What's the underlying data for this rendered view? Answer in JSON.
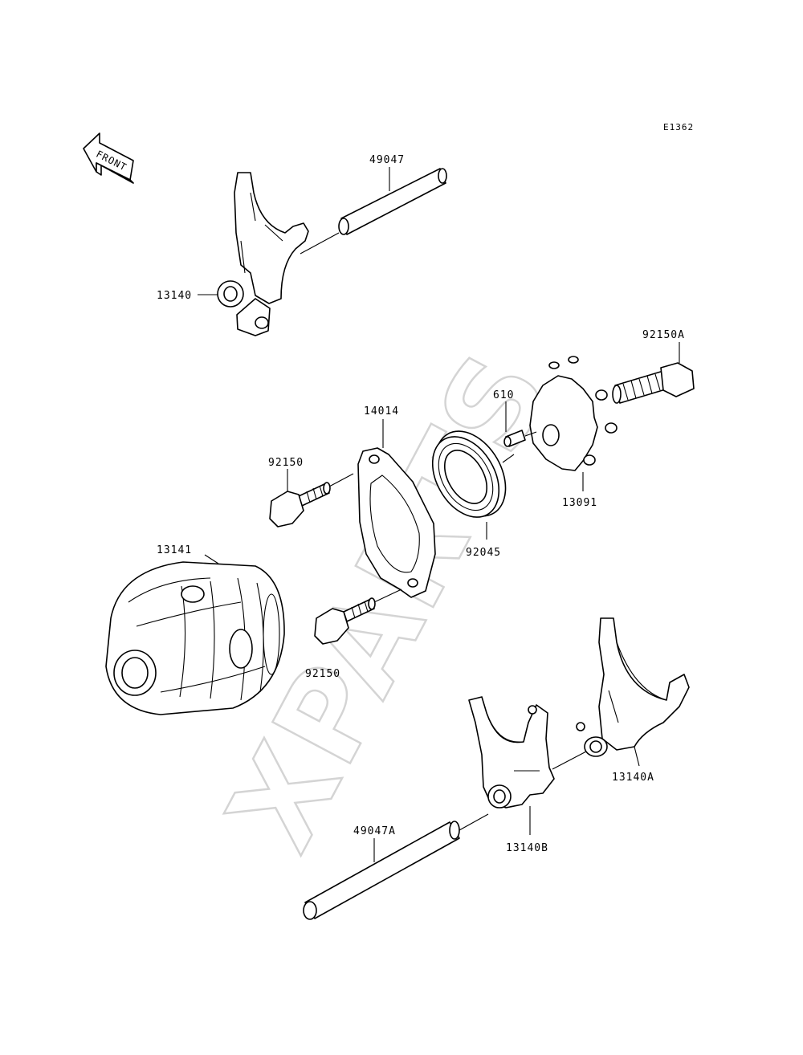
{
  "diagram_code": "E1362",
  "front_indicator": "FRONT",
  "watermark": "XPARTS",
  "parts": {
    "p49047": "49047",
    "p13140": "13140",
    "p92150A": "92150A",
    "p610": "610",
    "p14014": "14014",
    "p92150_top": "92150",
    "p13091": "13091",
    "p92045": "92045",
    "p13141": "13141",
    "p92150_bottom": "92150",
    "p13140A": "13140A",
    "p49047A": "49047A",
    "p13140B": "13140B"
  }
}
